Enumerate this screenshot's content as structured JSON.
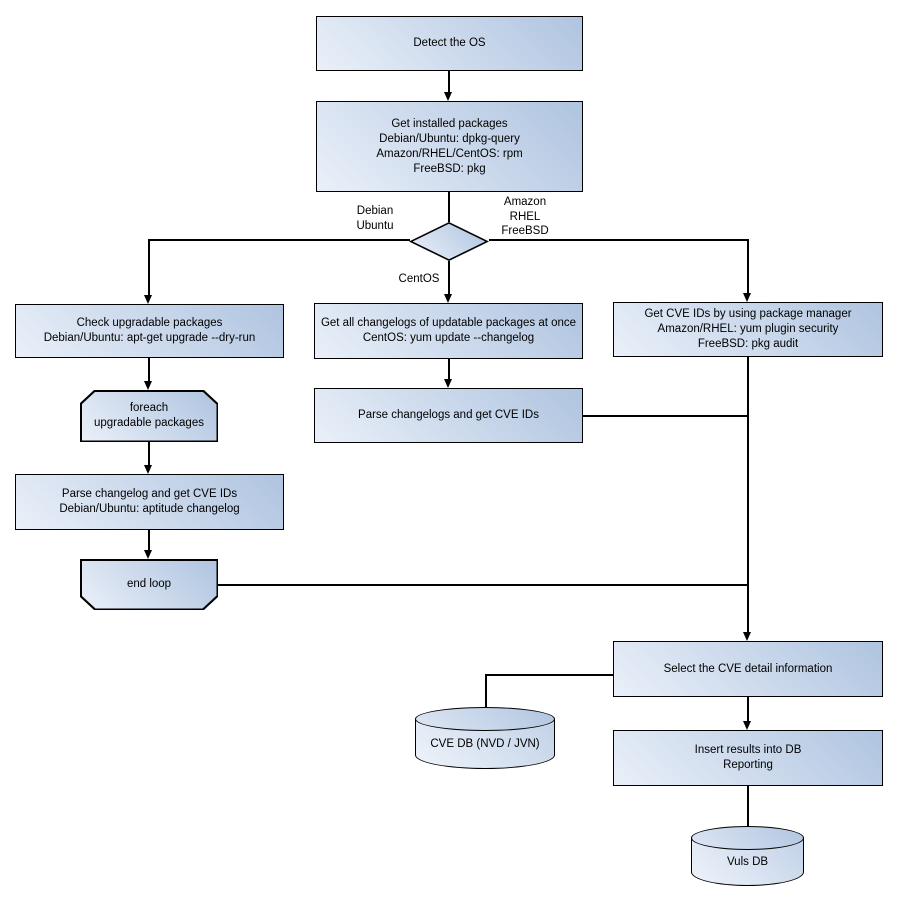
{
  "nodes": {
    "detect_os": [
      "Detect the OS"
    ],
    "get_installed": [
      "Get installed packages",
      "Debian/Ubuntu: dpkg-query",
      "Amazon/RHEL/CentOS: rpm",
      "FreeBSD: pkg"
    ],
    "check_upgradable": [
      "Check upgradable packages",
      "Debian/Ubuntu: apt-get upgrade --dry-run"
    ],
    "foreach_loop": [
      "foreach",
      "upgradable packages"
    ],
    "parse_changelog": [
      "Parse changelog and get CVE IDs",
      "Debian/Ubuntu: aptitude changelog"
    ],
    "end_loop": [
      "end loop"
    ],
    "get_changelogs": [
      "Get all changelogs of updatable packages at once",
      "CentOS: yum update --changelog"
    ],
    "parse_changelogs": [
      "Parse changelogs and get CVE IDs"
    ],
    "get_cve_ids": [
      "Get CVE IDs by using package manager",
      "Amazon/RHEL: yum plugin security",
      "FreeBSD: pkg audit"
    ],
    "select_cve": [
      "Select the CVE detail information"
    ],
    "cve_db": [
      "CVE DB (NVD / JVN)"
    ],
    "insert_results": [
      "Insert results into DB",
      "Reporting"
    ],
    "vuls_db": [
      "Vuls DB"
    ]
  },
  "edge_labels": {
    "left_branch": [
      "Debian",
      "Ubuntu"
    ],
    "right_branch": [
      "Amazon",
      "RHEL",
      "FreeBSD"
    ],
    "down_branch": "CentOS"
  },
  "colors": {
    "node_fill_light": "#eaf0f9",
    "node_fill_dark": "#afc4e0",
    "node_border": "#000000",
    "connector": "#000000",
    "text": "#000000",
    "background": "#ffffff"
  }
}
